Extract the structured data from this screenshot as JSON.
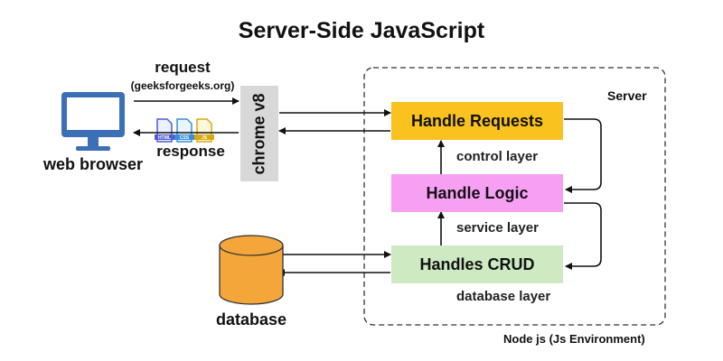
{
  "title": "Server-Side JavaScript",
  "client": {
    "label": "web browser",
    "request_label": "request",
    "request_host": "(geeksforgeeks.org)",
    "response_label": "response",
    "file_icons": [
      "HTML",
      "CSS",
      "JS"
    ]
  },
  "engine": {
    "label": "chrome v8"
  },
  "server": {
    "label": "Server",
    "environment_label": "Node js (Js Environment)",
    "layers": [
      {
        "label": "Handle Requests",
        "color": "#f9c21f"
      },
      {
        "label": "Handle Logic",
        "color": "#f7a0f3"
      },
      {
        "label": "Handles CRUD",
        "color": "#cdeac3"
      }
    ],
    "layer_names": [
      "control layer",
      "service layer",
      "database layer"
    ]
  },
  "database": {
    "label": "database",
    "color": "#f5a63a"
  }
}
